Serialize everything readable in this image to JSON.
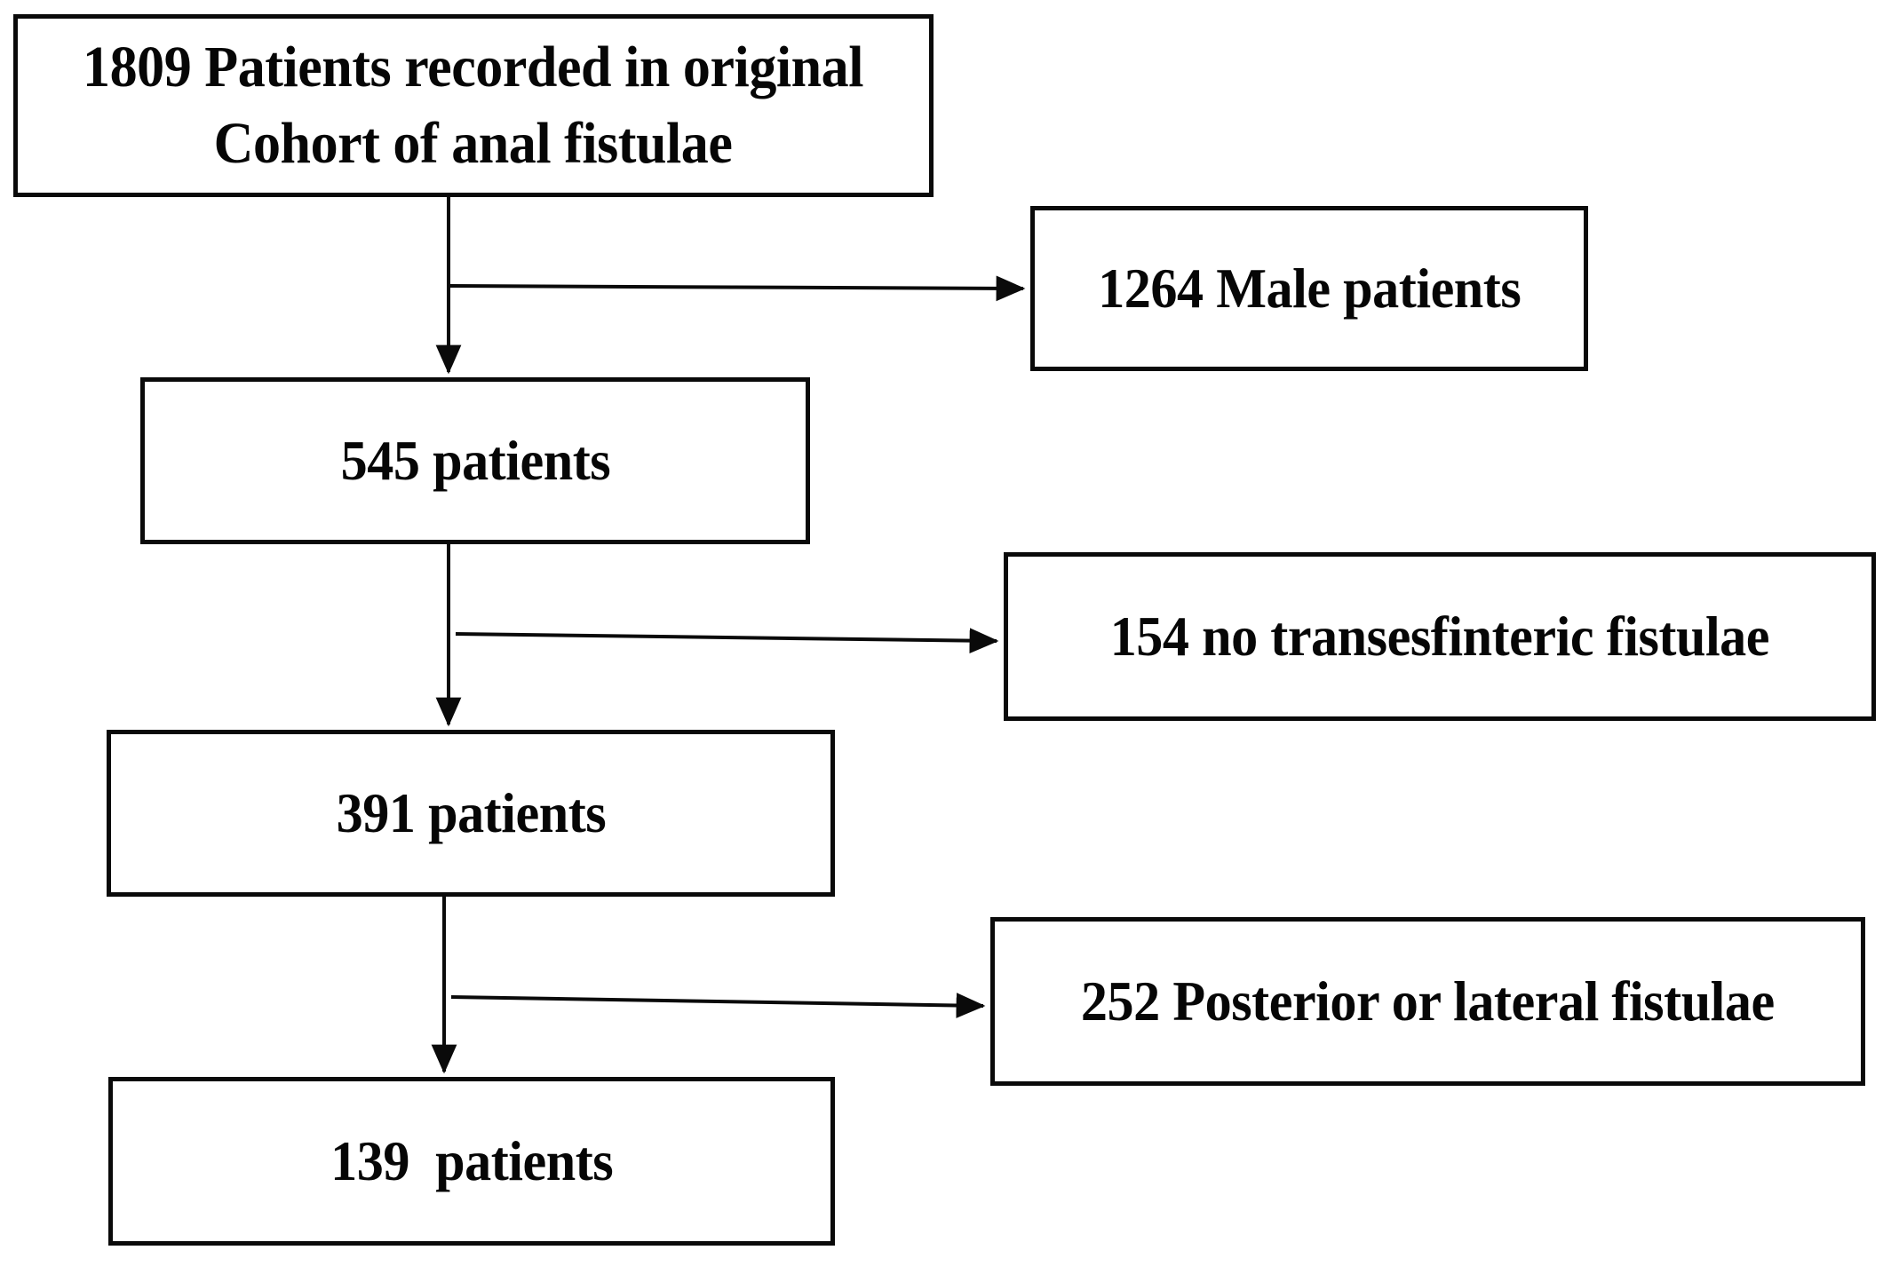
{
  "diagram": {
    "title": "Patient selection flowchart for anal fistulae cohort",
    "type": "flowchart",
    "orientation": "top-to-bottom with right-side exclusion branches",
    "stroke_color": "#0a0a0a",
    "fill_color": "#ffffff",
    "text_color": "#060606",
    "nodes": {
      "source_cohort": {
        "label": "1809 Patients recorded in original\nCohort of anal fistulae",
        "count": 1809,
        "role": "start"
      },
      "excluded_male": {
        "label": "1264 Male patients",
        "count": 1264,
        "role": "exclusion"
      },
      "remaining_545": {
        "label": "545 patients",
        "count": 545,
        "role": "step"
      },
      "excluded_non_transsphincteric": {
        "label": "154 no transesfinteric fistulae",
        "count": 154,
        "role": "exclusion"
      },
      "remaining_391": {
        "label": "391 patients",
        "count": 391,
        "role": "step"
      },
      "excluded_posterior_lateral": {
        "label": "252 Posterior or lateral fistulae",
        "count": 252,
        "role": "exclusion"
      },
      "final_139": {
        "label": "139  patients",
        "count": 139,
        "role": "end"
      }
    },
    "edges": [
      {
        "from": "source_cohort",
        "to": "remaining_545",
        "direction": "down"
      },
      {
        "from": "source_cohort",
        "to": "excluded_male",
        "direction": "right"
      },
      {
        "from": "remaining_545",
        "to": "remaining_391",
        "direction": "down"
      },
      {
        "from": "remaining_545",
        "to": "excluded_non_transsphincteric",
        "direction": "right"
      },
      {
        "from": "remaining_391",
        "to": "final_139",
        "direction": "down"
      },
      {
        "from": "remaining_391",
        "to": "excluded_posterior_lateral",
        "direction": "right"
      }
    ]
  }
}
